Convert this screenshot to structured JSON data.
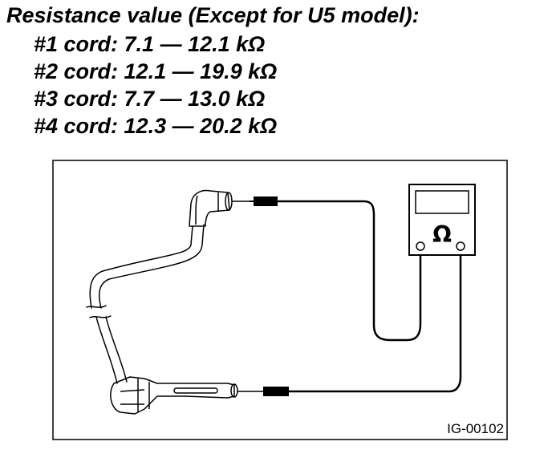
{
  "spec": {
    "title": "Resistance value (Except for U5 model):",
    "lines": [
      "#1 cord: 7.1 — 12.1 kΩ",
      "#2 cord: 12.1 — 19.9 kΩ",
      "#3 cord: 7.7 — 13.0 kΩ",
      "#4 cord: 12.3 — 20.2 kΩ"
    ]
  },
  "diagram": {
    "meter_symbol": "Ω",
    "figure_id": "IG-00102"
  }
}
